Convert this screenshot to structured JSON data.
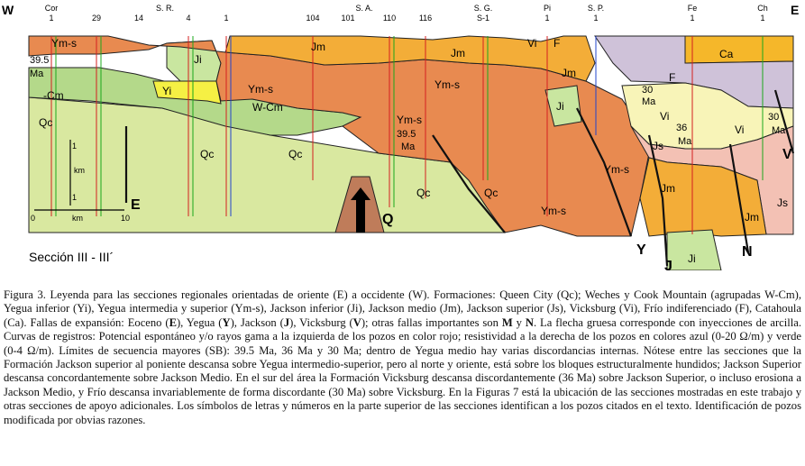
{
  "figure": {
    "direction_west": "W",
    "direction_east": "E",
    "section_label": "Sección III - III´",
    "well_groups": [
      {
        "name": "Cor",
        "wells": [
          "1"
        ]
      },
      {
        "name": "S. R.",
        "wells": [
          "29",
          "14",
          "4",
          "1"
        ]
      },
      {
        "name": "S. A.",
        "wells": [
          "104",
          "101",
          "110",
          "116"
        ]
      },
      {
        "name": "S. G.",
        "wells": [
          "S-1"
        ]
      },
      {
        "name": "Pi",
        "wells": [
          "1"
        ]
      },
      {
        "name": "S. P.",
        "wells": [
          "1"
        ]
      },
      {
        "name": "Fe",
        "wells": [
          "1"
        ]
      },
      {
        "name": "Ch",
        "wells": [
          "1"
        ]
      }
    ],
    "unit_labels": {
      "ym_s_1": "Ym-s",
      "ma_1": "39.5",
      "ma_1b": "Ma",
      "wcm_1": "-Cm",
      "qc_1": "Qc",
      "ji_1": "Ji",
      "yi_1": "Yi",
      "ym_s_2": "Ym-s",
      "wcm_2": "W-Cm",
      "qc_2": "Qc",
      "qc_3": "Qc",
      "jm_1": "Jm",
      "ym_s_3": "Ym-s",
      "ma_2": "39.5",
      "ma_2b": "Ma",
      "qc_4": "Qc",
      "jm_2": "Jm",
      "ym_s_4": "Ym-s",
      "qc_5": "Qc",
      "vi_1": "Vi",
      "f_1": "F",
      "jm_3": "Jm",
      "ji_2": "Ji",
      "ym_s_5": "Ym-s",
      "ym_s_6": "Ym-s",
      "ca_1": "Ca",
      "f_2": "F",
      "ma_3": "30",
      "ma_3b": "Ma",
      "vi_2": "Vi",
      "ma_4": "36",
      "ma_4b": "Ma",
      "js_1": "Js",
      "ma_5": "30",
      "ma_5b": "Ma",
      "vi_3": "Vi",
      "jm_4": "Jm",
      "jm_5": "Jm",
      "ji_3": "Ji",
      "js_2": "Js"
    },
    "fault_labels": {
      "e": "E",
      "q": "Q",
      "y": "Y",
      "j": "J",
      "n": "N",
      "v": "V"
    },
    "scale": {
      "km_label": "km",
      "v_top": "1",
      "v_bottom": "1",
      "h_left": "0",
      "h_right": "10"
    },
    "colors": {
      "qc": "#d9e8a0",
      "wcm": "#b4d98a",
      "yi": "#f5f044",
      "ym_s": "#e88a50",
      "ji": "#c9e6a0",
      "jm": "#f3ad38",
      "js": "#f3c1b4",
      "vi": "#f8f4b8",
      "f": "#cfc2d9",
      "ca": "#f5b72a",
      "diapir": "#bf7c5a",
      "well_red": "#d42020",
      "well_green": "#1ca81c",
      "well_blue": "#2244cc"
    }
  },
  "caption": {
    "p1": "Figura 3. Leyenda para las secciones regionales orientadas de oriente (E) a occidente (W). Formaciones: Queen City (Qc); Weches y Cook Mountain (agrupadas W-Cm), Yegua inferior (Yi), Yegua intermedia y superior (Ym-s), Jackson inferior (Ji), Jackson medio (Jm), Jackson superior (Js), Vicksburg (Vi), Frío indiferenciado (F), Catahoula (Ca). Fallas de expansión: Eoceno (",
    "b1": "E",
    "p2": "), Yegua (",
    "b2": "Y",
    "p3": "), Jackson (",
    "b3": "J",
    "p4": "), Vicksburg (",
    "b4": "V",
    "p5": "); otras fallas importantes son ",
    "b5": "M",
    "p6": " y ",
    "b6": "N",
    "p7": ". La flecha gruesa corresponde con inyecciones de arcilla. Curvas de registros: Potencial espontáneo y/o rayos gama a la izquierda de los pozos en color rojo; resistividad a la derecha de los pozos en colores azul (0-20 Ω/m) y verde (0-4 Ω/m). Límites de secuencia mayores (SB): 39.5 Ma, 36 Ma y 30 Ma; dentro de Yegua medio hay varias discordancias internas. Nótese entre las secciones que la Formación Jackson superior al poniente descansa sobre Yegua intermedio-superior, pero al norte y oriente, está sobre los bloques estructuralmente hundidos; Jackson Superior descansa concordantemente sobre Jackson Medio. En el sur del área la Formación Vicksburg descansa discordantemente (36 Ma) sobre Jackson Superior, o incluso erosiona a Jackson Medio, y Frío descansa invariablemente de forma discordante (30 Ma) sobre Vicksburg. En la Figuras 7 está la ubicación de las secciones mostradas en este trabajo y otras secciones de apoyo adicionales. Los símbolos de letras y números en la parte superior de las secciones identifican a los pozos citados en el texto. Identificación de pozos modificada por obvias razones."
  }
}
